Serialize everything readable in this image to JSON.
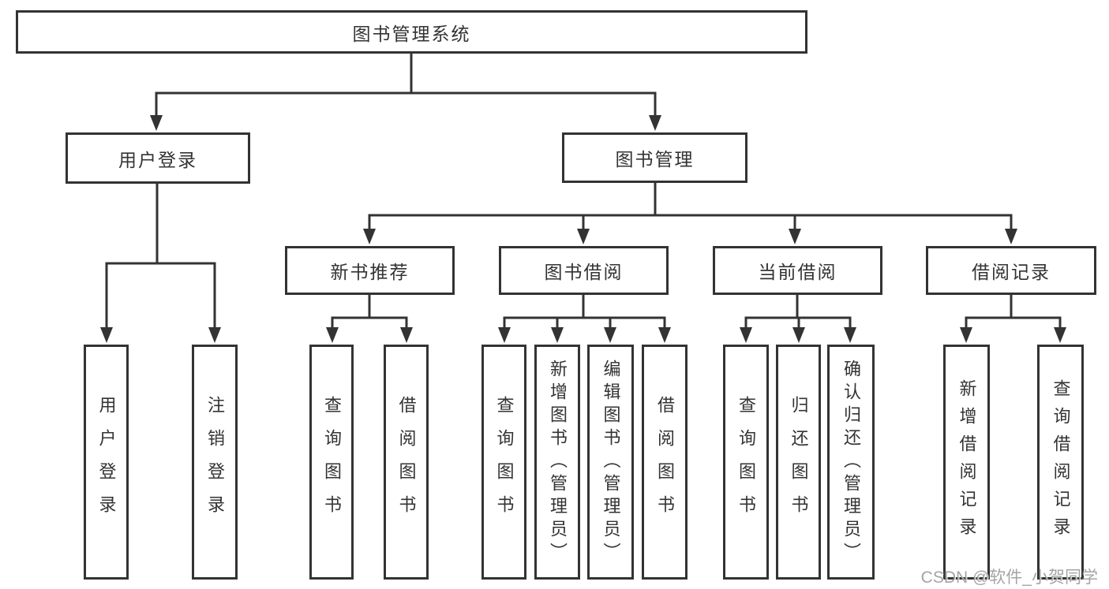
{
  "diagram": {
    "root": {
      "label": "图书管理系统"
    },
    "level2": {
      "user_login": {
        "label": "用户登录"
      },
      "book_management": {
        "label": "图书管理"
      }
    },
    "level3": {
      "new_book_recommend": {
        "label": "新书推荐"
      },
      "book_borrowing": {
        "label": "图书借阅"
      },
      "current_borrowing": {
        "label": "当前借阅"
      },
      "borrowing_records": {
        "label": "借阅记录"
      }
    },
    "leaves": [
      {
        "label": "用户登录"
      },
      {
        "label": "注销登录"
      },
      {
        "label": "查询图书"
      },
      {
        "label": "借阅图书"
      },
      {
        "label": "查询图书"
      },
      {
        "label": "新增图书（管理员）"
      },
      {
        "label": "编辑图书（管理员）"
      },
      {
        "label": "借阅图书"
      },
      {
        "label": "查询图书"
      },
      {
        "label": "归还图书"
      },
      {
        "label": "确认归还（管理员）"
      },
      {
        "label": "新增借阅记录"
      },
      {
        "label": "查询借阅记录"
      }
    ],
    "line_color": "#333333"
  },
  "watermark": {
    "text": "CSDN @软件_小贺同学"
  }
}
